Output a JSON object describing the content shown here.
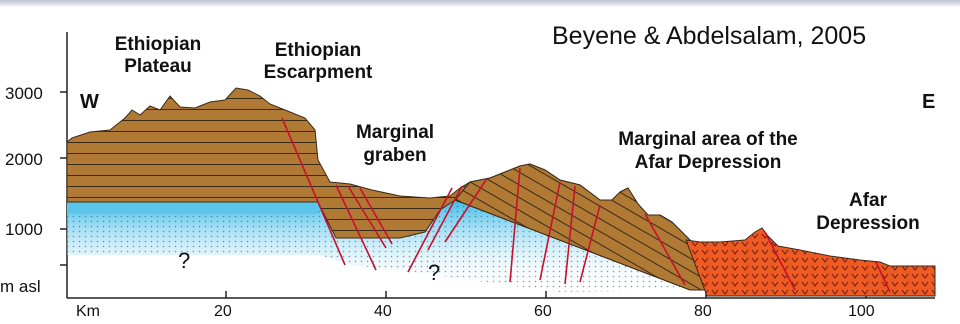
{
  "credit": "Beyene & Abdelsalam, 2005",
  "direction": {
    "west": "W",
    "east": "E"
  },
  "labels": {
    "ethiopian_plateau": [
      "Ethiopian",
      "Plateau"
    ],
    "ethiopian_escarpment": [
      "Ethiopian",
      "Escarpment"
    ],
    "marginal_graben": [
      "Marginal",
      "graben"
    ],
    "marginal_area": [
      "Marginal area of the",
      "Afar Depression"
    ],
    "afar_depression": [
      "Afar",
      "Depression"
    ],
    "unknown_mark": "?"
  },
  "y_axis": {
    "ticks": [
      "3000",
      "2000",
      "1000"
    ],
    "unit": "m asl"
  },
  "x_axis": {
    "unit": "Km",
    "ticks": [
      "20",
      "40",
      "60",
      "80",
      "100"
    ]
  },
  "colors": {
    "crust": "#b07a35",
    "crust_lines": "#3a2a18",
    "sediment": "#5cc6ea",
    "volcanic": "#ef5a22",
    "faults": "#c8102e"
  }
}
